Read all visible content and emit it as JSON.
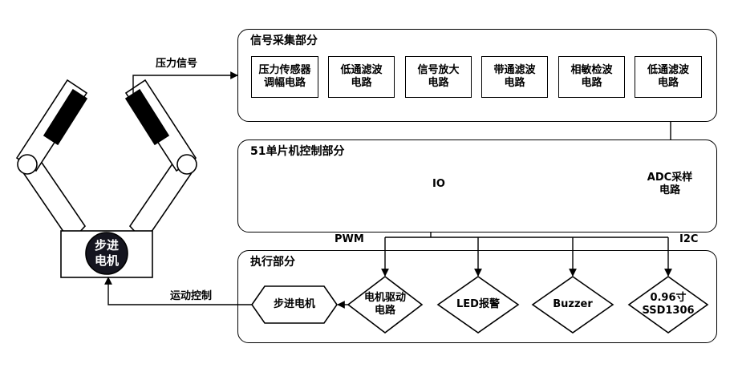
{
  "labels": {
    "pressure_signal": "压力信号",
    "motion_control": "运动控制",
    "pwm": "PWM",
    "i2c": "I2C"
  },
  "signal_panel": {
    "title": "信号采集部分",
    "blocks": [
      {
        "line1": "压力传感器",
        "line2": "调幅电路"
      },
      {
        "line1": "低通滤波",
        "line2": "电路"
      },
      {
        "line1": "信号放大",
        "line2": "电路"
      },
      {
        "line1": "带通滤波",
        "line2": "电路"
      },
      {
        "line1": "相敏检波",
        "line2": "电路"
      },
      {
        "line1": "低通滤波",
        "line2": "电路"
      }
    ]
  },
  "mcu_panel": {
    "title": "51单片机控制部分",
    "io_label": "IO",
    "adc": {
      "line1": "ADC采样",
      "line2": "电路"
    }
  },
  "exec_panel": {
    "title": "执行部分",
    "stepper": "步进电机",
    "driver": {
      "line1": "电机驱动",
      "line2": "电路"
    },
    "led": "LED报警",
    "buzzer": "Buzzer",
    "oled": {
      "line1": "0.96寸",
      "line2": "SSD1306"
    }
  },
  "gripper": {
    "motor": {
      "line1": "步进",
      "line2": "电机"
    }
  }
}
